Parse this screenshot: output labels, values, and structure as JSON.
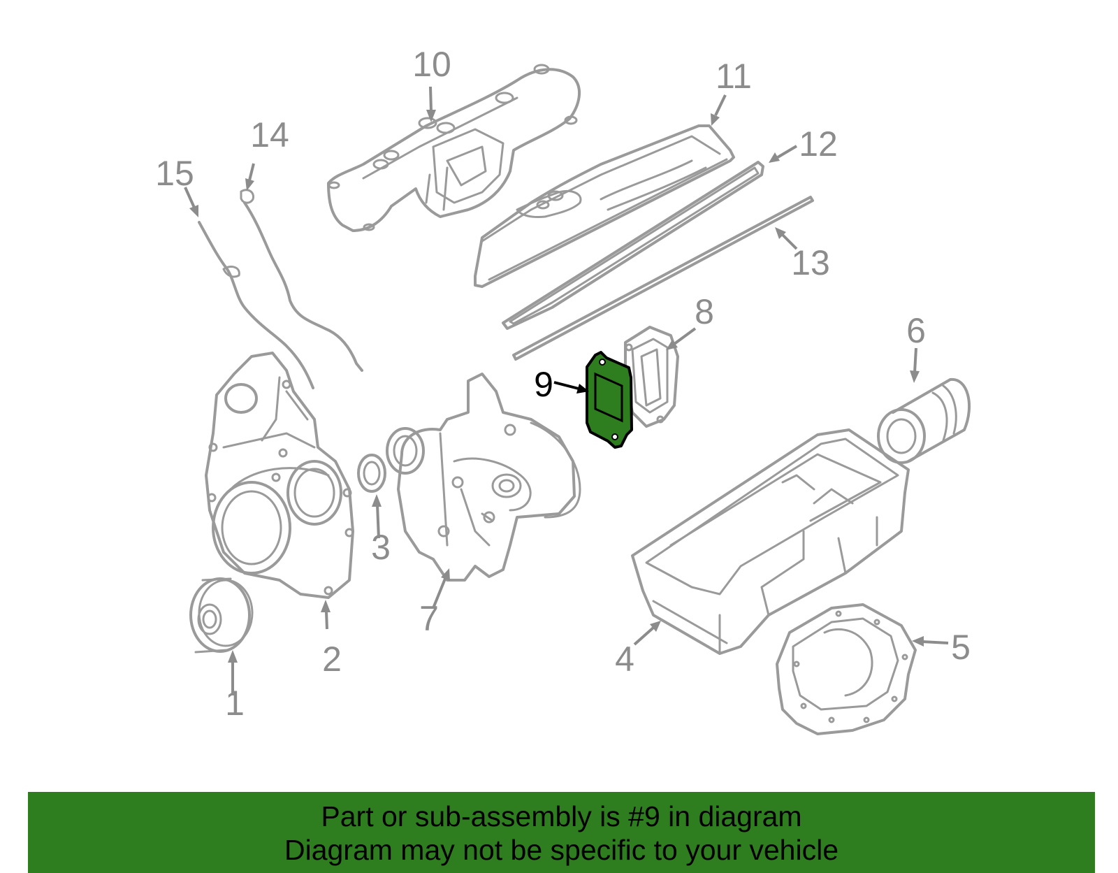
{
  "diagram": {
    "highlight_color": "#2e7d1e",
    "line_color": "#9a9a9a",
    "highlighted_callout": "9",
    "callouts": [
      "1",
      "2",
      "3",
      "4",
      "5",
      "6",
      "7",
      "8",
      "9",
      "10",
      "11",
      "12",
      "13",
      "14",
      "15"
    ]
  },
  "banner": {
    "line1": "Part or sub-assembly is #9 in diagram",
    "line2": "Diagram may not be specific to your vehicle"
  }
}
